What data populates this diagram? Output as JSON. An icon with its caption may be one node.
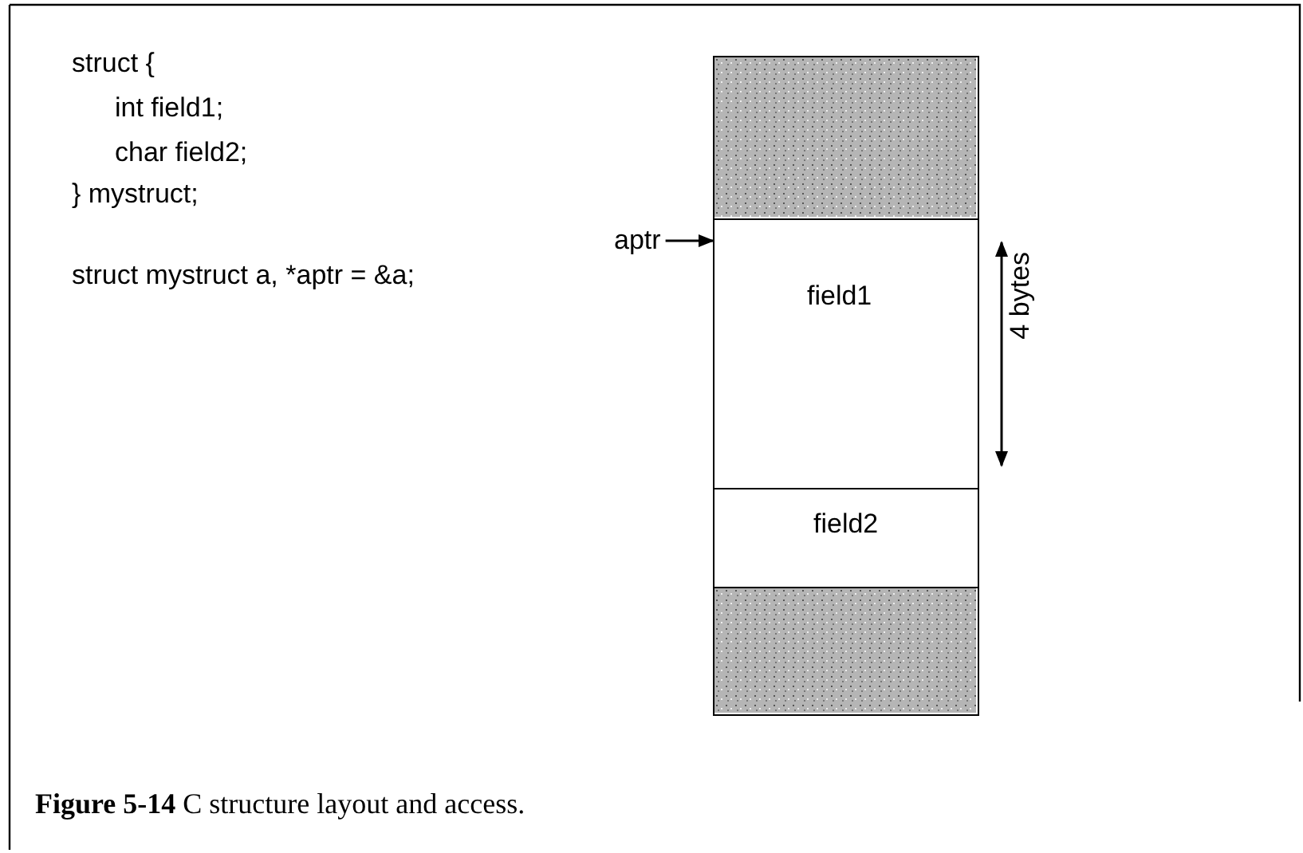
{
  "diagram": {
    "caption": "**Figure 5-14** C structure layout and access.",
    "nodes": [
      {
        "text": [],
        "shape": "box"
      },
      {
        "text": [
          "field1"
        ]
      },
      {
        "text": [
          "field2"
        ]
      },
      {
        "text": [],
        "shape": "box"
      },
      {
        "text": [
          "aptr"
        ]
      }
    ],
    "edges": [
      {
        "from": 4,
        "to": 1,
        "arrow": "to"
      }
    ],
    "labels": [
      "struct {",
      "int field1;",
      "char field2;",
      "} mystruct;",
      "struct mystruct a, *aptr = &a;",
      "4 bytes"
    ]
  }
}
